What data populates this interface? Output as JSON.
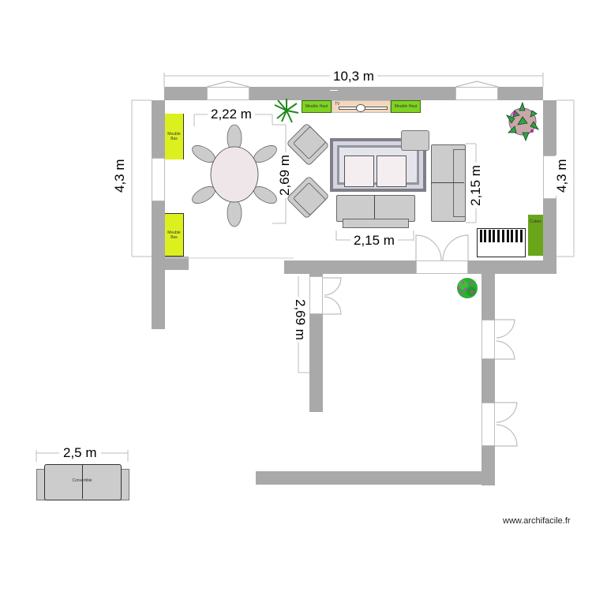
{
  "plan": {
    "dimensions": {
      "top_width": "10,3 m",
      "left_height": "4,3 m",
      "right_height": "4,3 m",
      "dining_width": "2,22 m",
      "dining_height": "2,69 m",
      "sofa_width": "2,15 m",
      "side_sofa_height": "2,15 m",
      "corridor_height": "2,69 m",
      "convertible_width": "2,5 m"
    },
    "furniture": {
      "meuble_bas_top": "Meuble Bas",
      "meuble_bas_bottom": "Meuble Bas",
      "meuble_haut_left": "Meuble Haut",
      "meuble_haut_right": "Meuble Haut",
      "tv": "TV",
      "cubes": "Cubes",
      "convertible": "Convertible"
    },
    "colors": {
      "wall": "#a9a9a9",
      "meuble_bas": "#dcf01e",
      "meuble_haut": "#7ed321",
      "cubes": "#6aa51a",
      "tv_unit": "#f3d7bd",
      "seat": "#cccccc",
      "table": "#efe6ea"
    }
  },
  "footer": {
    "credit": "www.archifacile.fr"
  }
}
